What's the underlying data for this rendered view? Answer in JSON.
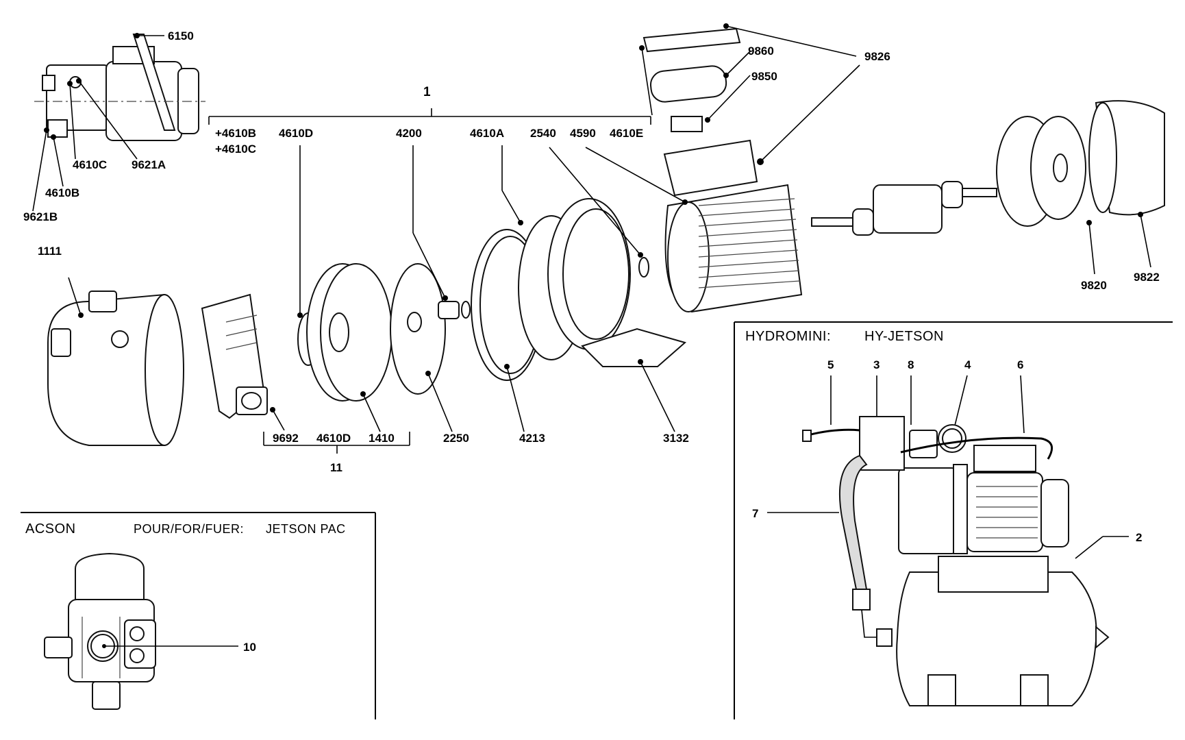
{
  "labels": {
    "l6150": "6150",
    "l4610C_top": "4610C",
    "l9621A": "9621A",
    "l4610B_top": "4610B",
    "l9621B": "9621B",
    "l1": "1",
    "l4610B_plus": "+4610B",
    "l4610C_plus": "+4610C",
    "l4610D_top": "4610D",
    "l4200": "4200",
    "l4610A": "4610A",
    "l2540": "2540",
    "l4590": "4590",
    "l4610E": "4610E",
    "l9860": "9860",
    "l9850": "9850",
    "l9826": "9826",
    "l1111": "1111",
    "l9820": "9820",
    "l9822": "9822",
    "l9692": "9692",
    "l4610D_bot": "4610D",
    "l1410": "1410",
    "l11": "11",
    "l2250": "2250",
    "l4213": "4213",
    "l3132": "3132",
    "l10": "10"
  },
  "acson_box": {
    "title": "ACSON",
    "subtitle": "POUR/FOR/FUER:",
    "model": "JETSON PAC"
  },
  "hydro_box": {
    "title": "HYDROMINI:",
    "model": "HY-JETSON",
    "callouts": {
      "c5": "5",
      "c3": "3",
      "c8": "8",
      "c4": "4",
      "c6": "6",
      "c7": "7",
      "c2": "2"
    }
  }
}
